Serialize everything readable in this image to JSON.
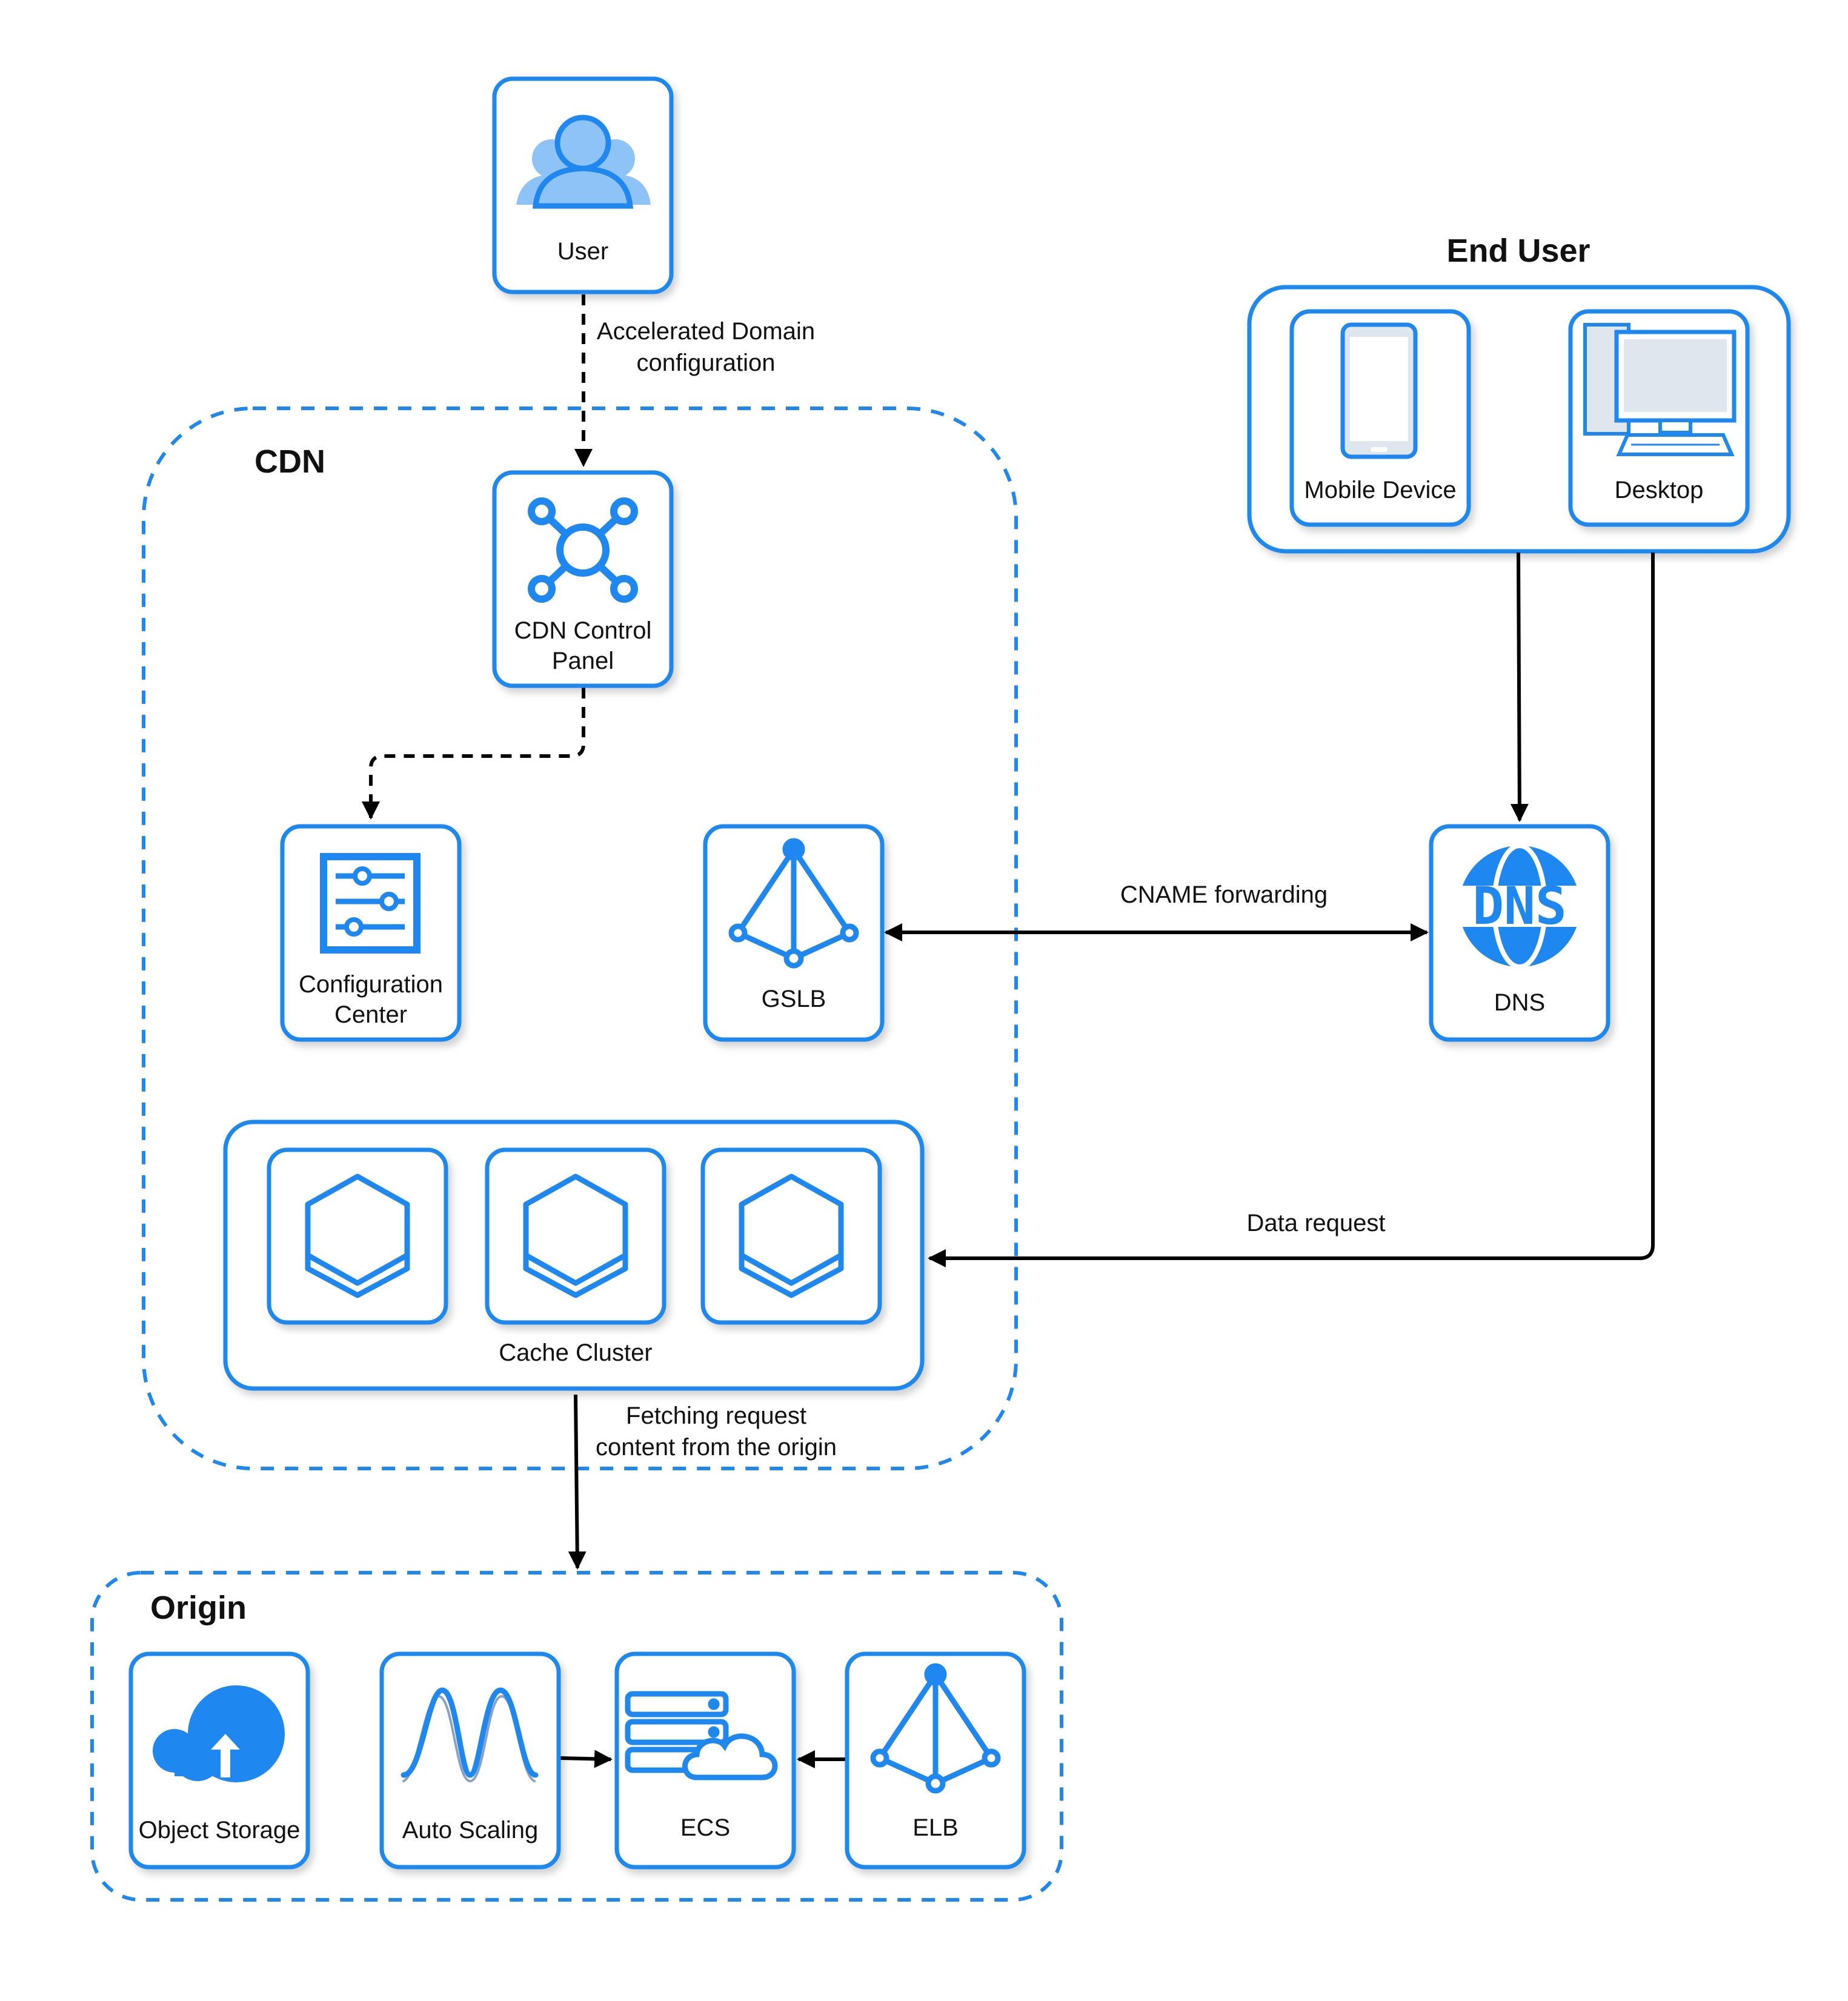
{
  "colors": {
    "accent": "#1e88f0",
    "accent_light": "#8ec3f7",
    "line": "#000000"
  },
  "regions": {
    "cdn_title": "CDN",
    "end_user_title": "End User",
    "origin_title": "Origin"
  },
  "nodes": {
    "user": {
      "label": "User",
      "icon": "users-icon"
    },
    "cdn_control_panel": {
      "label_line1": "CDN Control",
      "label_line2": "Panel",
      "icon": "network-hub-icon"
    },
    "configuration_center": {
      "label_line1": "Configuration",
      "label_line2": "Center",
      "icon": "sliders-icon"
    },
    "gslb": {
      "label": "GSLB",
      "icon": "load-balancer-icon"
    },
    "mobile_device": {
      "label": "Mobile Device",
      "icon": "smartphone-icon"
    },
    "desktop": {
      "label": "Desktop",
      "icon": "desktop-computer-icon"
    },
    "dns": {
      "label": "DNS",
      "icon": "dns-globe-icon",
      "icon_text": "DNS"
    },
    "cache_cluster": {
      "label": "Cache Cluster",
      "icon": "cache-node-icon"
    },
    "object_storage": {
      "label": "Object Storage",
      "icon": "cloud-upload-icon"
    },
    "auto_scaling": {
      "label": "Auto Scaling",
      "icon": "waveform-icon"
    },
    "ecs": {
      "label": "ECS",
      "icon": "server-cloud-icon"
    },
    "elb": {
      "label": "ELB",
      "icon": "load-balancer-icon"
    }
  },
  "edges": {
    "accelerated_line1": "Accelerated Domain",
    "accelerated_line2": "configuration",
    "cname": "CNAME forwarding",
    "data_request": "Data request",
    "fetching_line1": "Fetching request",
    "fetching_line2": "content from the origin"
  }
}
